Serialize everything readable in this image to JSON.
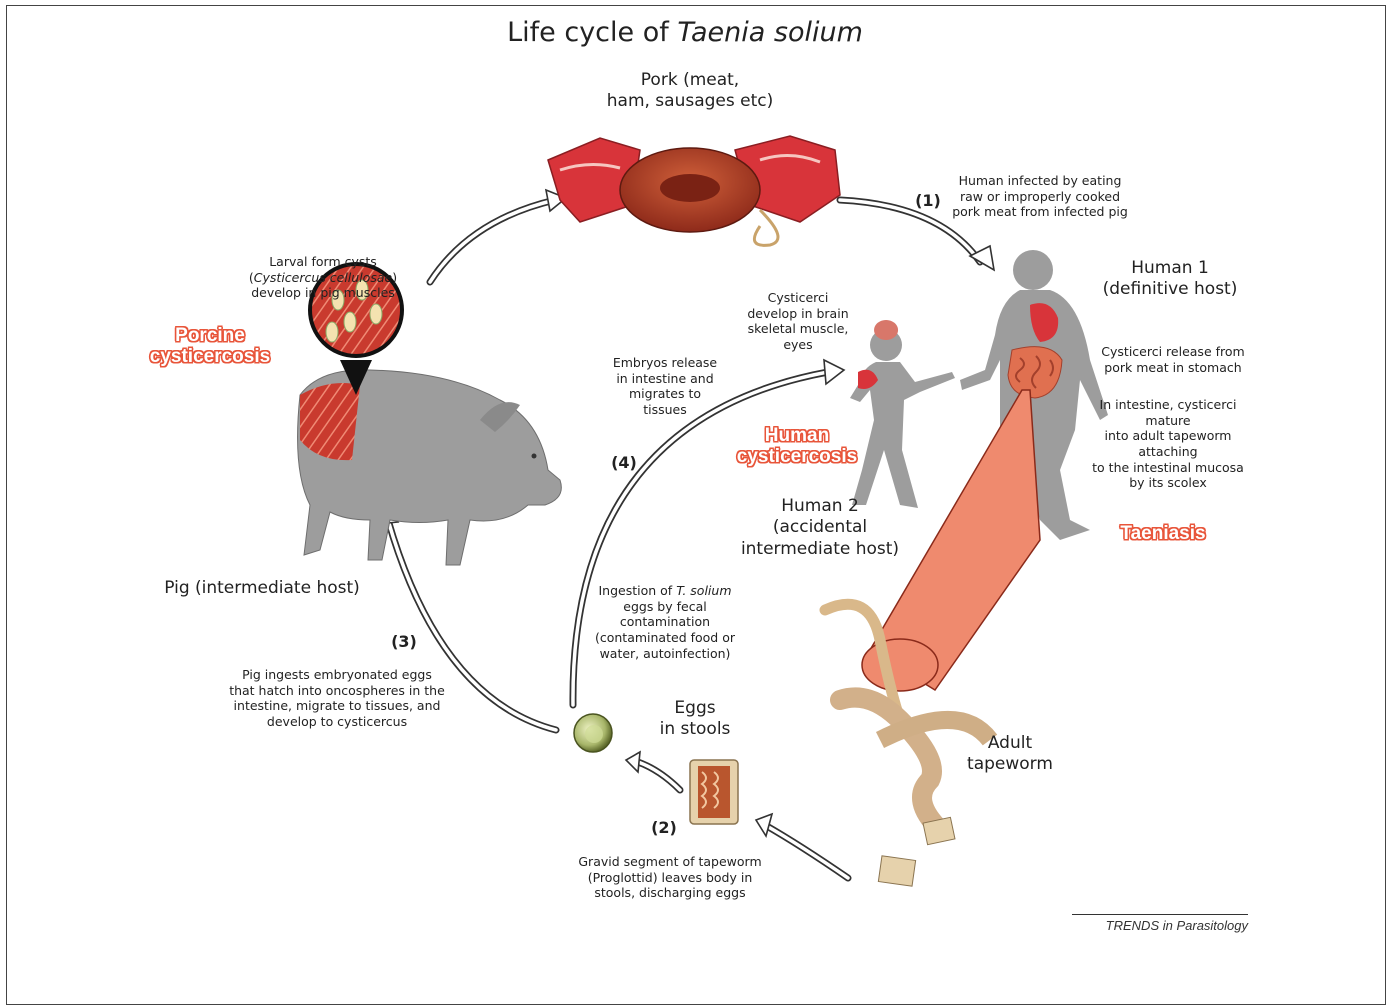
{
  "title": {
    "prefix": "Life cycle of ",
    "species": "Taenia solium"
  },
  "hosts": {
    "pork": "Pork (meat,\nham, sausages etc)",
    "human1": "Human 1\n(definitive host)",
    "human2": "Human 2\n(accidental\nintermediate host)",
    "pig": "Pig (intermediate host)",
    "eggs": "Eggs\nin stools",
    "adult": "Adult\ntapeworm"
  },
  "steps": {
    "s1_num": "(1)",
    "s1_text": "Human infected by eating\nraw or improperly cooked\npork meat from infected pig",
    "s2_num": "(2)",
    "s2_text": "Gravid segment of tapeworm\n(Proglottid) leaves body in\nstools, discharging eggs",
    "s3_num": "(3)",
    "s3_text": "Pig ingests embryonated eggs\nthat hatch into oncospheres in the\nintestine, migrate to tissues, and\ndevelop to cysticercus",
    "s4_num": "(4)",
    "s4_text": "Embryos release\nin intestine and\nmigrates to\ntissues"
  },
  "notes": {
    "larval_1": "Larval form cysts",
    "larval_italic": "Cysticercus cellulosae",
    "larval_3": "develop in pig muscles",
    "cysticerci_brain": "Cysticerci\ndevelop in brain\nskeletal muscle,\neyes",
    "stomach": "Cysticerci release from\npork meat in stomach",
    "intestine": "In intestine, cysticerci\nmature\ninto adult tapeworm\nattaching\nto the intestinal mucosa\nby its scolex",
    "ingestion_1": "Ingestion of ",
    "ingestion_italic": "T. solium",
    "ingestion_rest": "eggs by fecal\ncontamination\n(contaminated food or\nwater, autoinfection)"
  },
  "diseases": {
    "porcine": "Porcine\ncysticercosis",
    "human": "Human\ncysticercosis",
    "taeniasis": "Taeniasis"
  },
  "credit": "TRENDS in Parasitology",
  "colors": {
    "accent": "#e8553a",
    "silhouette": "#9d9d9d",
    "meat": "#d8343a"
  }
}
